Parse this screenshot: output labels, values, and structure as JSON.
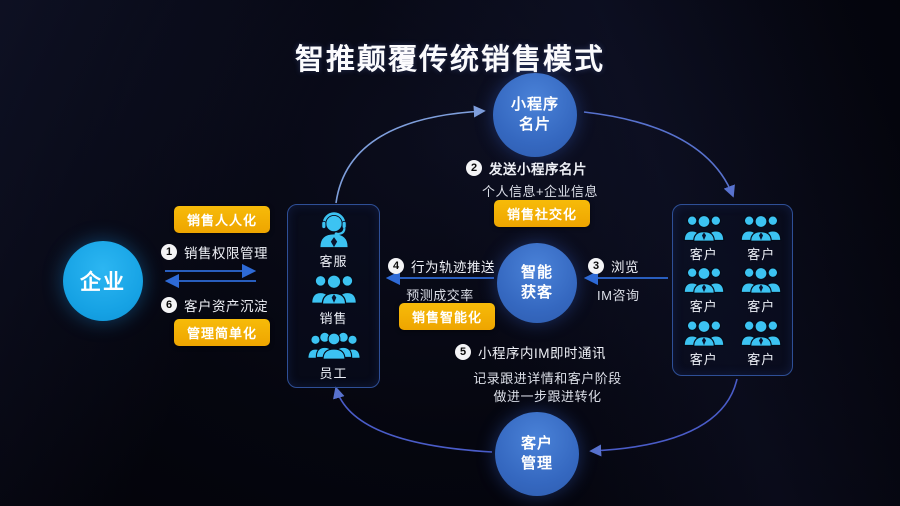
{
  "title": "智推颠覆传统销售模式",
  "enterprise": {
    "label": "企业"
  },
  "cards": {
    "top": {
      "line1": "小程序",
      "line2": "名片"
    },
    "center": {
      "line1": "智能",
      "line2": "获客"
    },
    "bottom": {
      "line1": "客户",
      "line2": "管理"
    }
  },
  "left_panel": {
    "tag_top": "销售人人化",
    "step1_num": "1",
    "step1_text": "销售权限管理",
    "step6_num": "6",
    "step6_text": "客户资产沉淀",
    "tag_bottom": "管理简单化"
  },
  "team_box": {
    "labels": [
      "客服",
      "销售",
      "员工"
    ]
  },
  "customer_box": {
    "label": "客户"
  },
  "step2": {
    "num": "2",
    "title": "发送小程序名片",
    "subtitle": "个人信息+企业信息",
    "tag": "销售社交化"
  },
  "step3": {
    "num": "3",
    "title": "浏览",
    "subtitle": "IM咨询"
  },
  "step4": {
    "num": "4",
    "title": "行为轨迹推送",
    "subtitle": "预测成交率",
    "tag": "销售智能化"
  },
  "step5": {
    "num": "5",
    "title": "小程序内IM即时通讯",
    "line2": "记录跟进详情和客户阶段",
    "line3": "做进一步跟进转化"
  },
  "colors": {
    "node_blue": "#3a70c6",
    "enterprise_cyan": "#17a7e8",
    "icon_cyan": "#3cc3f2",
    "tag_yellow": "#f2ae00",
    "arrow_blue": "#2e6ad6",
    "arc_blue": "#6b87d6"
  }
}
